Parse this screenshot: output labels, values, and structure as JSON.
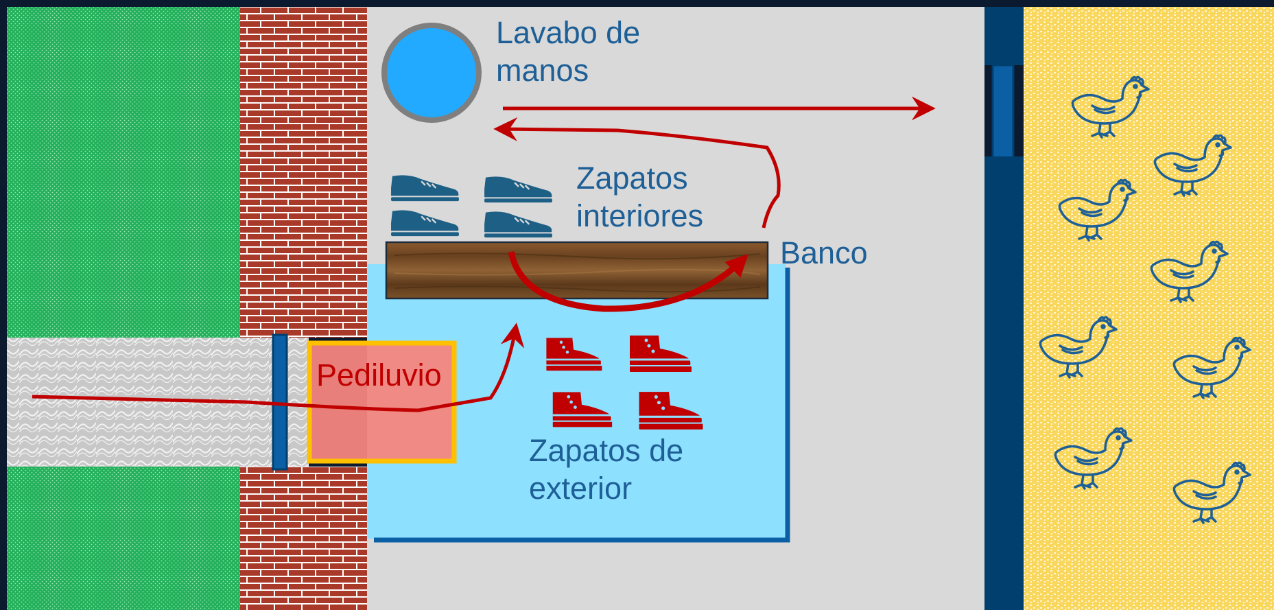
{
  "labels": {
    "sink_line1": "Lavabo de",
    "sink_line2": "manos",
    "indoor_line1": "Zapatos",
    "indoor_line2": "interiores",
    "bench": "Banco",
    "footbath": "Pediluvio",
    "outdoor_line1": "Zapatos de",
    "outdoor_line2": "exterior"
  },
  "colors": {
    "grass": "#22b05a",
    "brick": "#a93a2a",
    "path": "#c8c8c8",
    "room_floor": "#d9d9d9",
    "dirty_zone": "#8ee0ff",
    "sink_water": "#21aaff",
    "sink_rim": "#7f7f7f",
    "footbath_fill": "#f4857e",
    "footbath_border": "#ffc000",
    "arrow": "#c00000",
    "indoor_shoes": "#1d5f85",
    "outdoor_boots": "#c00000",
    "door": "#003f6e",
    "litter": "#f9d65c",
    "chicken_stroke": "#1d5f96",
    "zone_border": "#0b5fa5"
  },
  "icons": {
    "indoor_shoes": "dress-shoe-icon",
    "outdoor_boots": "boot-icon",
    "chickens": "chicken-icon",
    "sink": "sink-basin-icon"
  }
}
